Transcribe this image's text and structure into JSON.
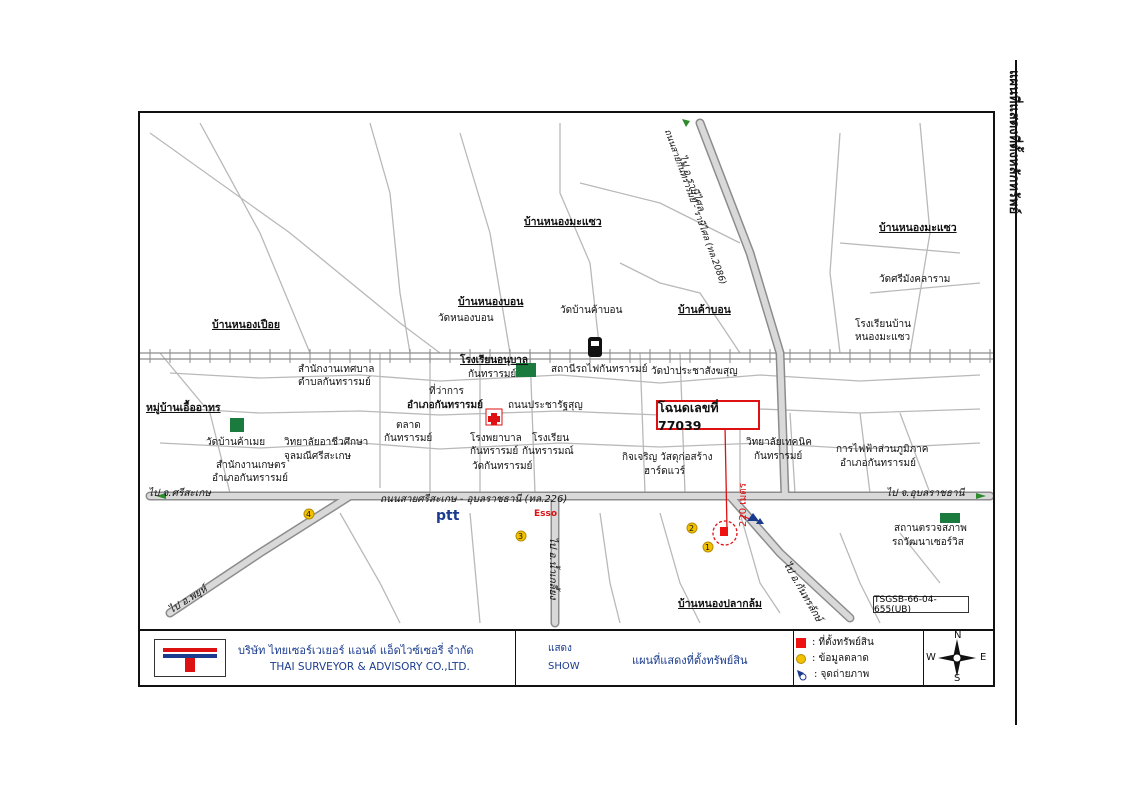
{
  "page": {
    "side_title": "แผนที่แสดงที่ตั้งหลักทรัพย์"
  },
  "map": {
    "callout": "โฉนดเลขที่ 77039",
    "distance": "220 เมตร",
    "code": "TSGSB-66-04-655(UB)",
    "roads": {
      "main": "ถนนสายศรีสะเกษ - อุบลราชธานี (ทล.226)",
      "to_sisaket": "ไป จ.ศรีสะเกษ",
      "to_ubon": "ไป จ.อุบลราชธานี",
      "to_rasi": "ไป อ.ราษีไศล",
      "rasi_road": "ถนนสายกันทรารมย์ - ราษีไศล (ทล.2086)",
      "to_phayu": "ไป อ.พยุห์",
      "to_namyuen": "ไป อ.น้ำเกลี้ยง",
      "to_kanthararak": "ไป อ.กันทรลักษ์"
    },
    "villages": [
      {
        "name": "บ้านหนองมะแซว"
      },
      {
        "name": "บ้านหนองมะแซว"
      },
      {
        "name": "บ้านหนองบอน"
      },
      {
        "name": "บ้านหนองเปือย"
      },
      {
        "name": "บ้านค้าบอน"
      },
      {
        "name": "หมู่บ้านเอื้ออาทร"
      },
      {
        "name": "บ้านหนองปลากล้ม"
      }
    ],
    "places": {
      "wat_nongbon": "วัดหนองบอน",
      "wat_khambon": "วัดบ้านค้าบอน",
      "wat_srimongkol": "วัดศรีมังคลาราม",
      "school_nongmasaew_1": "โรงเรียนบ้าน",
      "school_nongmasaew_2": "หนองมะแซว",
      "station": "สถานีรถไฟกันทรารมย์",
      "wat_pracha": "วัดป่าประชาสังฆสุญ",
      "municipality_1": "สำนักงานเทศบาล",
      "municipality_2": "ตำบลกันทรารมย์",
      "kindergarten_1": "โรงเรียนอนุบาล",
      "kindergarten_2": "กันทรารมย์",
      "district_office_1": "ที่ว่าการ",
      "district_office_2": "อำเภอกันทรารมย์",
      "pracharat_road": "ถนนประชารัฐสุญ",
      "market_1": "ตลาด",
      "market_2": "กันทรารมย์",
      "hospital_1": "โรงพยาบาล",
      "hospital_2": "กันทรารมย์",
      "school_kanthararom_1": "โรงเรียน",
      "school_kanthararom_2": "กันทรารมณ์",
      "wat_kanthararom": "วัดกันทรารมย์",
      "wat_khammei": "วัดบ้านค้าเมย",
      "college_1": "วิทยาลัยอาชีวศึกษา",
      "college_2": "จุลมณีศรีสะเกษ",
      "agri_office_1": "สำนักงานเกษตร",
      "agri_office_2": "อำเภอกันทรารมย์",
      "store_1": "กิจเจริญ วัสดุก่อสร้าง",
      "store_2": "ฮาร์ดแวร์",
      "tech_college_1": "วิทยาลัยเทคนิค",
      "tech_college_2": "กันทรารมย์",
      "pea_1": "การไฟฟ้าส่วนภูมิภาค",
      "pea_2": "อำเภอกันทรารมย์",
      "inspection_1": "สถานตรวจสภาพ",
      "inspection_2": "รถวัฒนาเซอร์วิส",
      "ptt": "ptt",
      "esso": "Esso"
    },
    "markers": {
      "m1": "1",
      "m2": "2",
      "m3": "3",
      "m4": "4"
    }
  },
  "footer": {
    "company_th": "บริษัท ไทยเซอร์เวเยอร์ แอนด์ แอ็ดไวซ์เซอรี่ จำกัด",
    "company_en": "THAI SURVEYOR & ADVISORY CO.,LTD.",
    "show_th": "แสดง",
    "show_en": "SHOW",
    "map_title": "แผนที่แสดงที่ตั้งทรัพย์สิน",
    "legend": {
      "property": ": ที่ตั้งทรัพย์สิน",
      "market": ": ข้อมูลตลาด",
      "photo": ": จุดถ่ายภาพ"
    },
    "compass": {
      "n": "N",
      "s": "S",
      "e": "E",
      "w": "W"
    }
  },
  "colors": {
    "road": "#cfcfcf",
    "road_edge": "#8c8c8c",
    "accent_red": "#dd1111",
    "marker_yellow": "#f2c200",
    "text_blue": "#1a3b8e"
  }
}
